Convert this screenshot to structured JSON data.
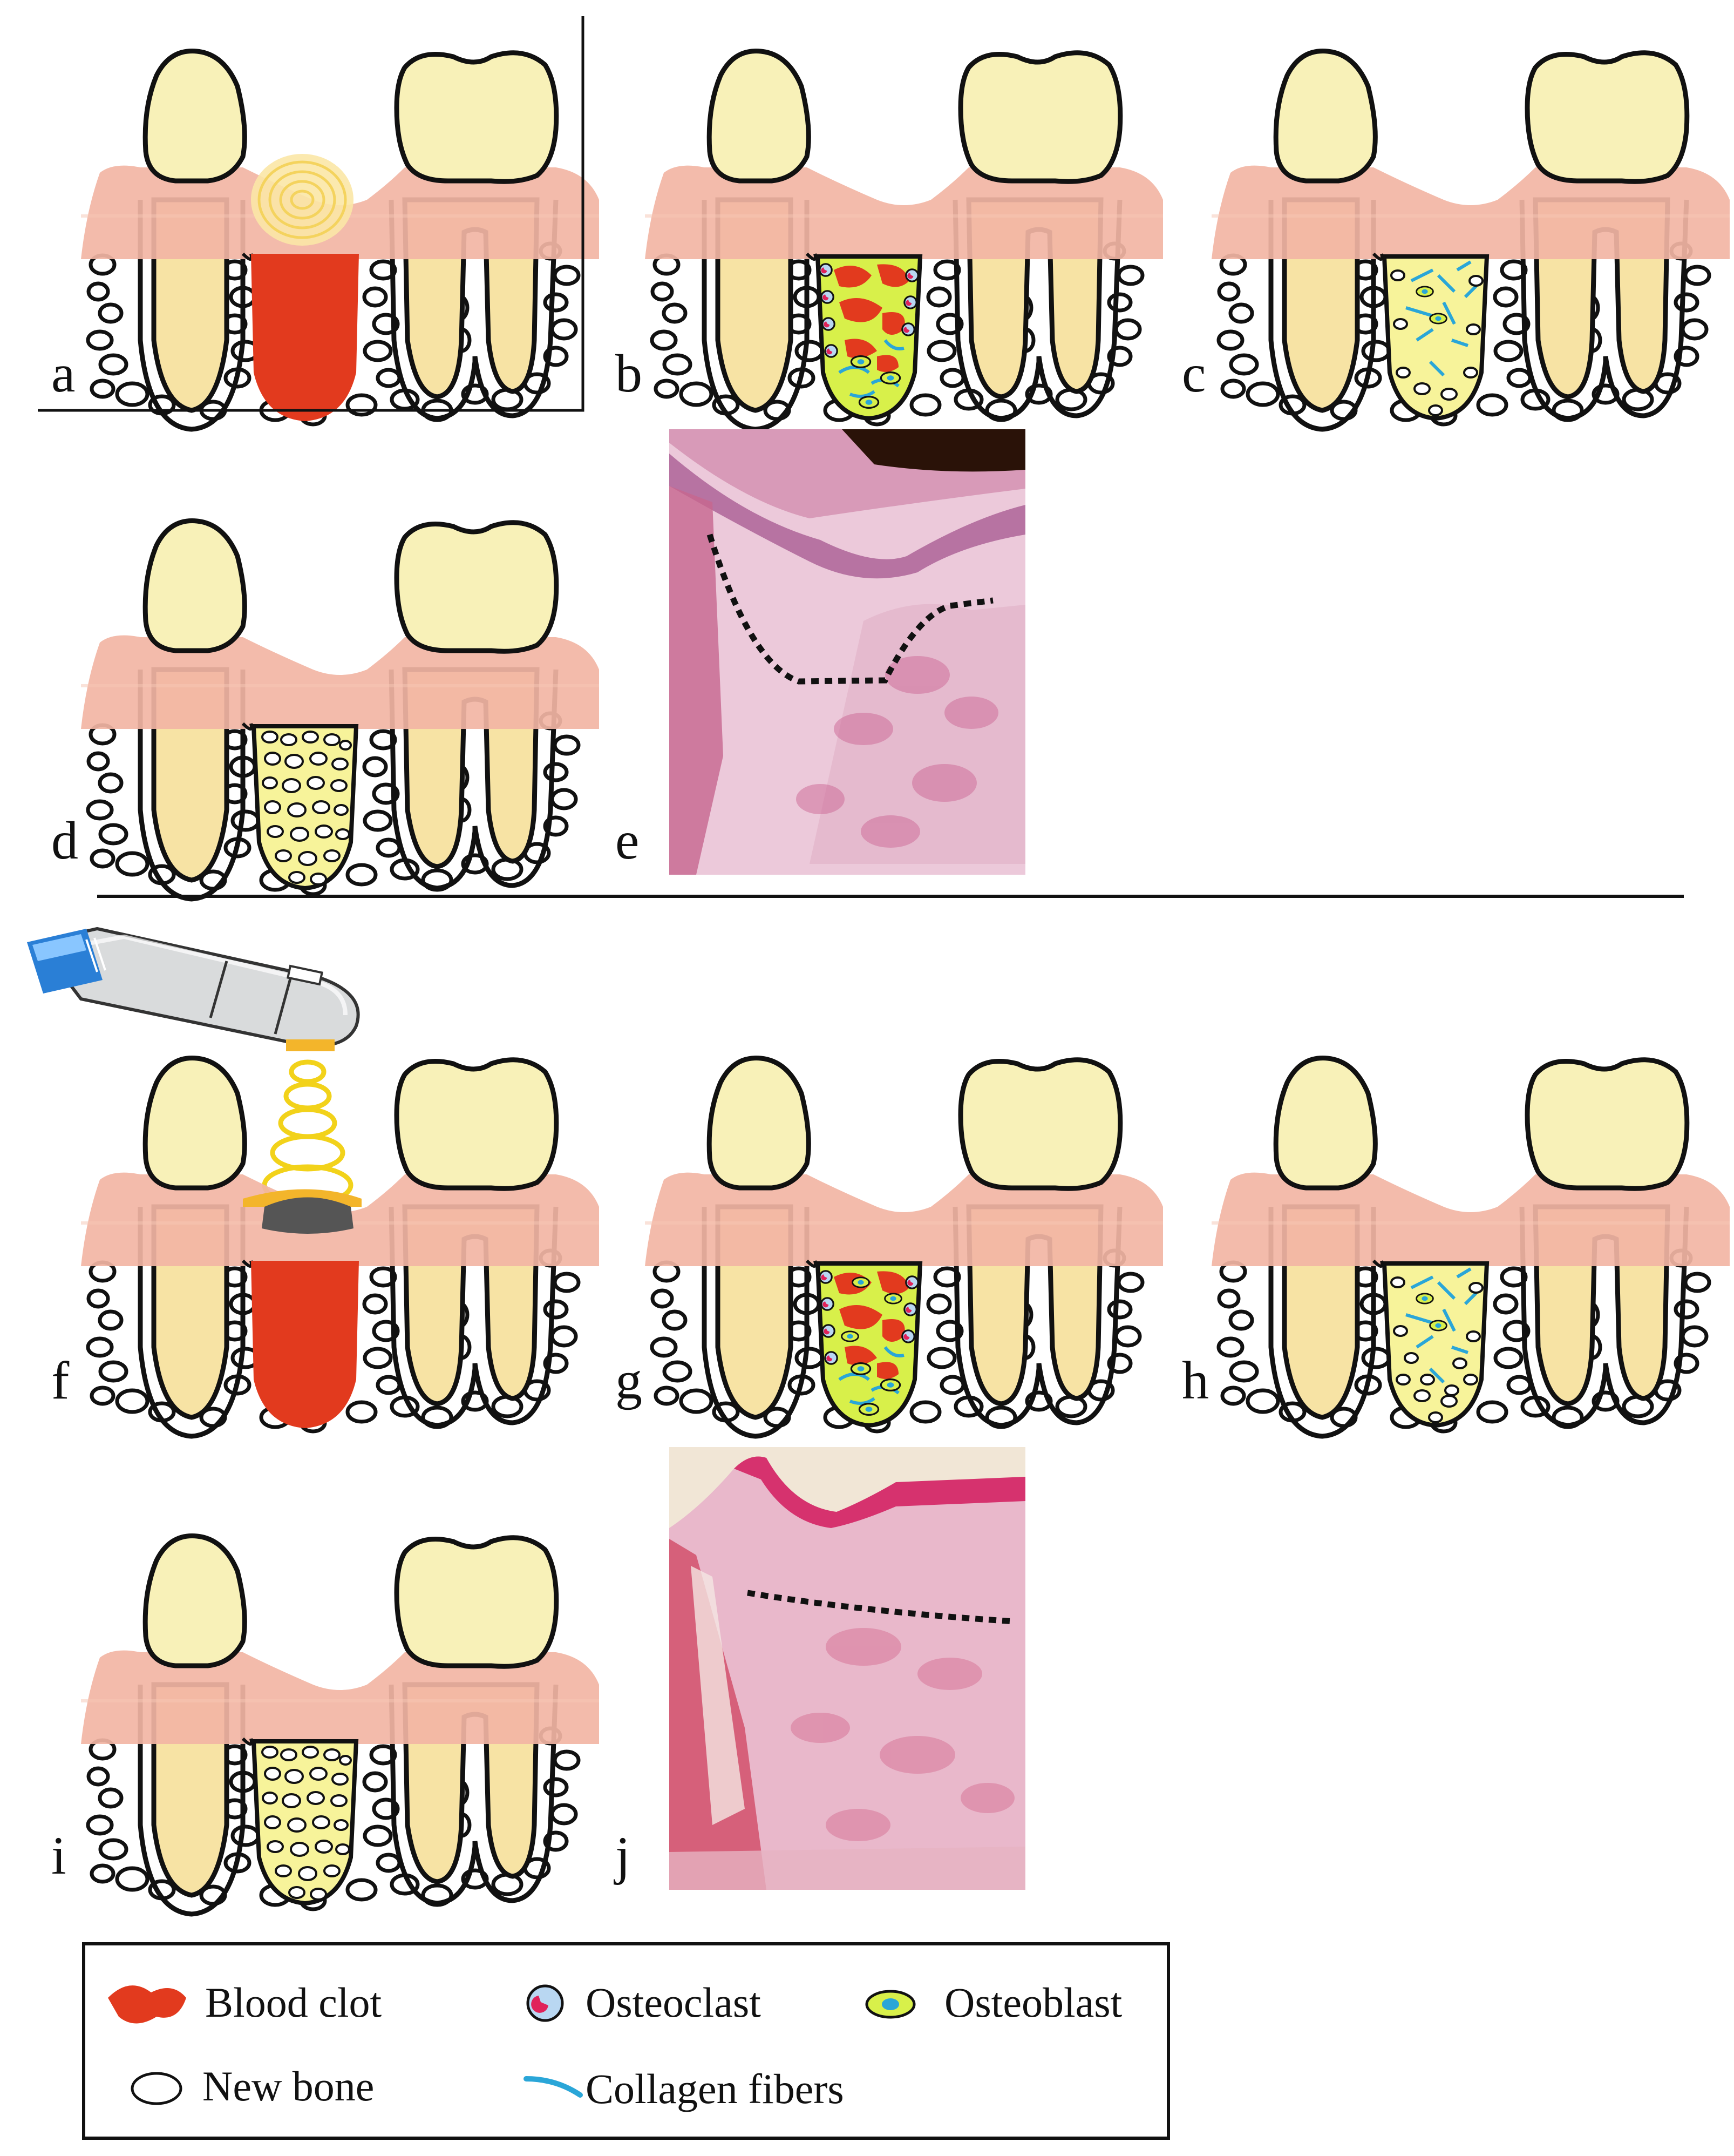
{
  "panels": [
    {
      "id": "a",
      "label": "a",
      "kind": "extraction-socket",
      "laser": false
    },
    {
      "id": "b",
      "label": "b",
      "kind": "clot-healing",
      "laser": false
    },
    {
      "id": "c",
      "label": "c",
      "kind": "fiber-healing",
      "laser": false
    },
    {
      "id": "d",
      "label": "d",
      "kind": "bone-filled",
      "laser": false
    },
    {
      "id": "e",
      "label": "e",
      "kind": "histology",
      "laser": false
    },
    {
      "id": "f",
      "label": "f",
      "kind": "extraction-socket",
      "laser": true
    },
    {
      "id": "g",
      "label": "g",
      "kind": "clot-healing",
      "laser": true
    },
    {
      "id": "h",
      "label": "h",
      "kind": "fiber-healing",
      "laser": true
    },
    {
      "id": "i",
      "label": "i",
      "kind": "bone-filled",
      "laser": true
    },
    {
      "id": "j",
      "label": "j",
      "kind": "histology",
      "laser": true
    }
  ],
  "legend": {
    "items": [
      {
        "label": "Blood clot",
        "icon": "blood-clot-icon"
      },
      {
        "label": "Osteoclast",
        "icon": "osteoclast-icon"
      },
      {
        "label": "Osteoblast",
        "icon": "osteoblast-icon"
      },
      {
        "label": "New bone",
        "icon": "new-bone-icon"
      },
      {
        "label": "Collagen fibers",
        "icon": "collagen-fiber-icon"
      }
    ]
  },
  "colors": {
    "tooth": "#f8f1b8",
    "root": "#f7e3a4",
    "gingiva": "#f2b5a4",
    "blood": "#e23a1e",
    "granulation": "#d8f04a",
    "new_bone_fill": "#f7f39a",
    "collagen": "#2aa6d8",
    "outline": "#222222",
    "histology_pink": "#e9a8c4",
    "histology_purple": "#8a3d85"
  }
}
